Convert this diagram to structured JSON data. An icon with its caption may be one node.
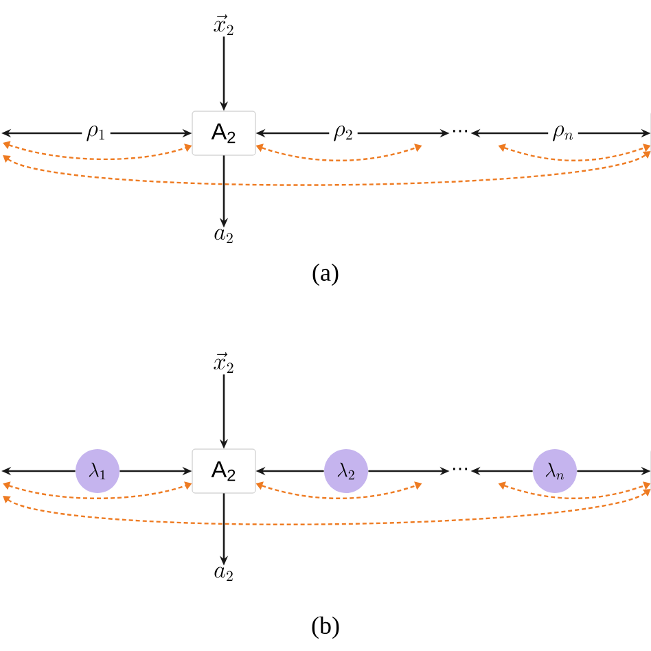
{
  "diagram": {
    "nodes": [
      {
        "text": [
          "\\vec{x}_2"
        ]
      },
      {
        "text": [
          "A$_{2}$"
        ]
      },
      {
        "text": [
          "a_2"
        ]
      },
      {
        "text": [
          "⋯"
        ]
      },
      {
        "text": [],
        "shape": "box"
      },
      {
        "text": [
          "\\vec{x}_2"
        ]
      },
      {
        "text": [
          "\\lambda_1"
        ]
      },
      {
        "text": [
          "A$_{2}$"
        ]
      },
      {
        "text": [
          "\\lambda_2"
        ]
      },
      {
        "text": [
          "⋯"
        ]
      },
      {
        "text": [
          "\\lambda_n"
        ]
      },
      {
        "text": [],
        "shape": "box"
      },
      {
        "text": [
          "a_2"
        ]
      }
    ],
    "edges": [
      {
        "from": 0,
        "to": 1,
        "arrow": "to"
      },
      {
        "from": 1,
        "to": 2,
        "arrow": "to"
      },
      {
        "from": null,
        "to": 1,
        "arrow": "both",
        "label": "\\rho_1"
      },
      {
        "from": 1,
        "to": 3,
        "arrow": "both",
        "label": "\\rho_2"
      },
      {
        "from": 3,
        "to": 4,
        "arrow": "both",
        "label": "\\rho_n"
      },
      {
        "from": null,
        "to": 1,
        "arrow": "both",
        "style": "dashed",
        "color": "#ee7b22"
      },
      {
        "from": 1,
        "to": 3,
        "arrow": "both",
        "style": "dashed",
        "color": "#ee7b22"
      },
      {
        "from": 3,
        "to": 4,
        "arrow": "both",
        "style": "dashed",
        "color": "#ee7b22"
      },
      {
        "from": null,
        "to": 4,
        "arrow": "both",
        "style": "dashed",
        "color": "#ee7b22"
      },
      {
        "from": 5,
        "to": 7,
        "arrow": "to"
      },
      {
        "from": 7,
        "to": 12,
        "arrow": "to"
      },
      {
        "from": 6,
        "to": null,
        "arrow": "to"
      },
      {
        "from": 6,
        "to": 7,
        "arrow": "to"
      },
      {
        "from": 8,
        "to": 7,
        "arrow": "to"
      },
      {
        "from": 8,
        "to": 9,
        "arrow": "to"
      },
      {
        "from": 10,
        "to": 9,
        "arrow": "to"
      },
      {
        "from": 10,
        "to": 11,
        "arrow": "to"
      },
      {
        "from": null,
        "to": 7,
        "arrow": "both",
        "style": "dashed",
        "color": "#ee7b22"
      },
      {
        "from": 7,
        "to": 9,
        "arrow": "both",
        "style": "dashed",
        "color": "#ee7b22"
      },
      {
        "from": 9,
        "to": 11,
        "arrow": "both",
        "style": "dashed",
        "color": "#ee7b22"
      },
      {
        "from": null,
        "to": 11,
        "arrow": "both",
        "style": "dashed",
        "color": "#ee7b22"
      }
    ],
    "labels": [
      "(a)",
      "(b)"
    ]
  }
}
